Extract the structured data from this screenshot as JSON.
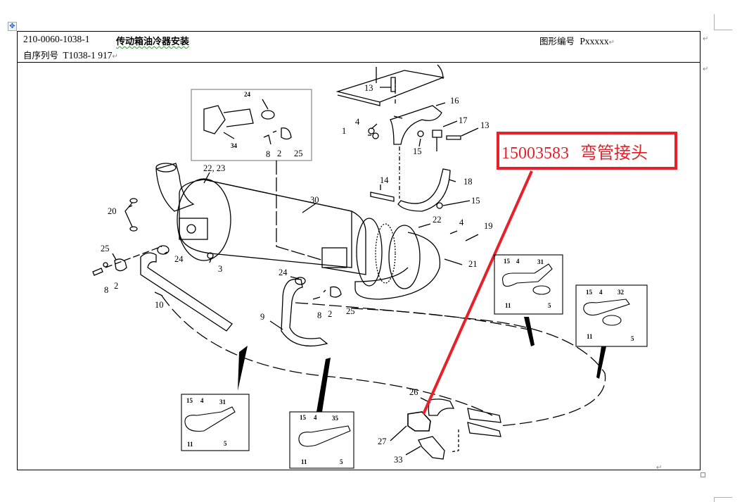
{
  "document": {
    "part_code": "210-0060-1038-1",
    "title": "传动箱油冷器安装",
    "drawing_no_label": "图形编号",
    "drawing_no_value": "Pxxxxx",
    "serial_label": "自序列号",
    "serial_value": "T1038-1 917",
    "pilcrow": "↵"
  },
  "callout": {
    "part_number": "15003583",
    "part_name": "弯管接头",
    "color": "#e8202a"
  },
  "diagram": {
    "labels": {
      "l13a": "13",
      "l16": "16",
      "l4a": "4",
      "l1": "1",
      "l17": "17",
      "l13b": "13",
      "l15a": "15",
      "l14": "14",
      "l18": "18",
      "l15b": "15",
      "l24a": "24",
      "l34": "34",
      "l8a": "8",
      "l2a": "2",
      "l25a": "25",
      "l2223": "22, 23",
      "l30": "30",
      "l20": "20",
      "l25b": "25",
      "l24b": "24",
      "l3": "3",
      "l8b": "8",
      "l2b": "2",
      "l10": "10",
      "l22": "22",
      "l4b": "4",
      "l19": "19",
      "l21": "21",
      "l24c": "24",
      "l8c": "8",
      "l2c": "2",
      "l25c": "25",
      "l9": "9",
      "l26": "26",
      "l27": "27",
      "l33": "33"
    },
    "clamp_a": {
      "l15": "15",
      "l4": "4",
      "l31": "31",
      "l11": "11",
      "l5": "5"
    },
    "clamp_b": {
      "l15": "15",
      "l4": "4",
      "l32": "32",
      "l11": "11",
      "l5": "5"
    },
    "clamp_c": {
      "l15": "15",
      "l4": "4",
      "l31": "31",
      "l11": "11",
      "l5": "5"
    },
    "clamp_d": {
      "l15": "15",
      "l4": "4",
      "l35": "35",
      "l11": "11",
      "l5": "5"
    }
  }
}
